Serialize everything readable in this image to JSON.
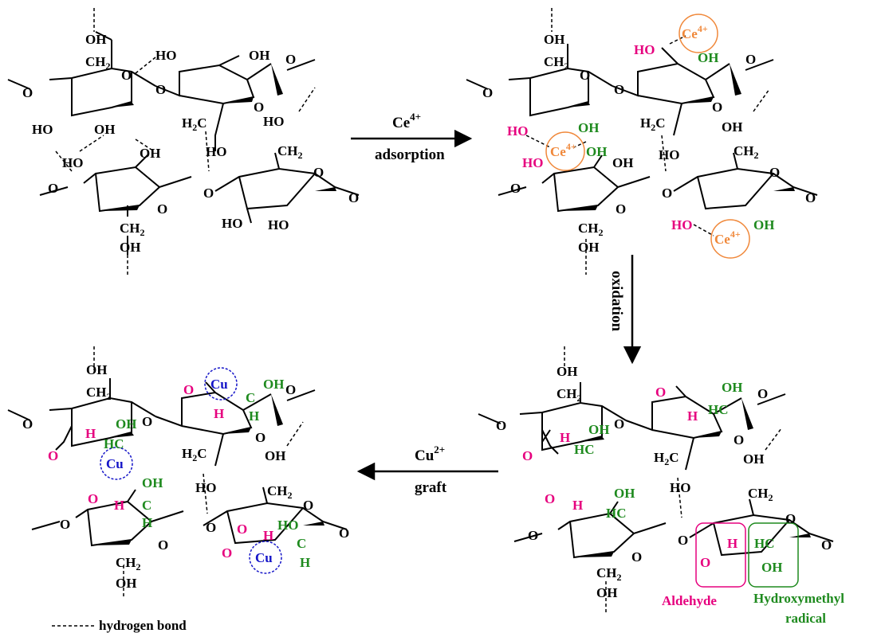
{
  "arrows": {
    "adsorption_reagent": "Ce4+",
    "adsorption_label": "adsorption",
    "oxidation_label": "oxidation",
    "graft_reagent": "Cu2+",
    "graft_label": "graft"
  },
  "groups": {
    "OH": "OH",
    "HO": "HO",
    "CH2": "CH",
    "sub2": "2",
    "H2C": "H",
    "O": "O",
    "H": "H",
    "HC": "HC",
    "Ce": "Ce",
    "sup4": "4+",
    "Cu": "Cu",
    "C": "C"
  },
  "annotations": {
    "aldehyde": "Aldehyde",
    "hydroxymethyl_1": "Hydroxymethyl",
    "hydroxymethyl_2": "radical"
  },
  "legend": {
    "hydrogen_bond": "hydrogen bond"
  },
  "colors": {
    "pink": "#e6007e",
    "green": "#1e8a1e",
    "orange": "#f0883a",
    "blue": "#1515c8"
  }
}
